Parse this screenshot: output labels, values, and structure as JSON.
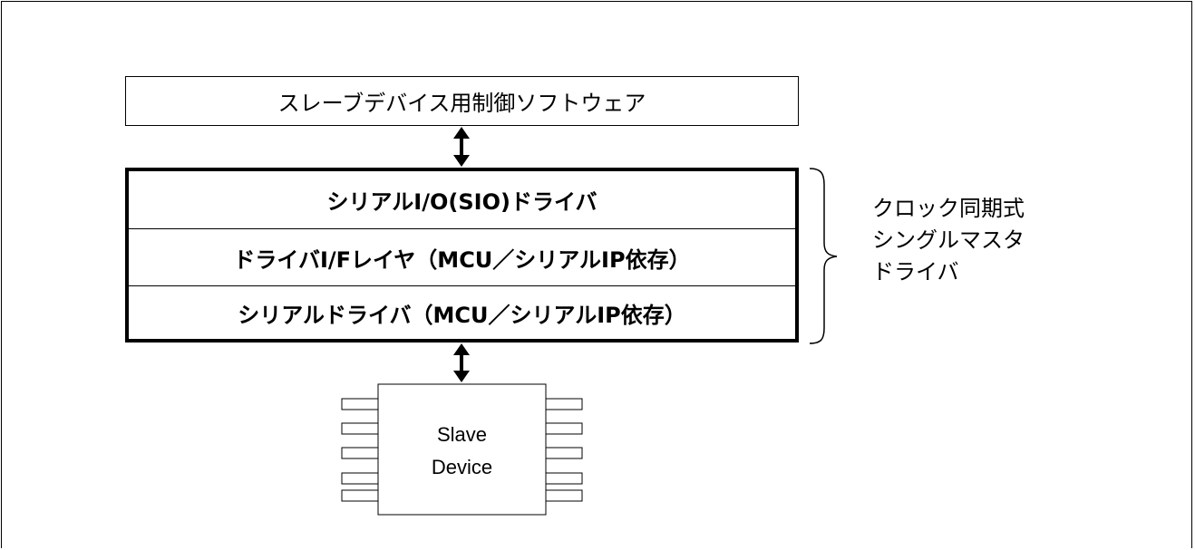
{
  "diagram": {
    "top_layer": "スレーブデバイス用制御ソフトウェア",
    "driver_stack": [
      "シリアルI/O(SIO)ドライバ",
      "ドライバI/Fレイヤ（MCU／シリアルIP依存）",
      "シリアルドライバ（MCU／シリアルIP依存）"
    ],
    "bracket_label": [
      "クロック同期式",
      "シングルマスタ",
      "ドライバ"
    ],
    "device": {
      "line1": "Slave",
      "line2": "Device"
    }
  }
}
